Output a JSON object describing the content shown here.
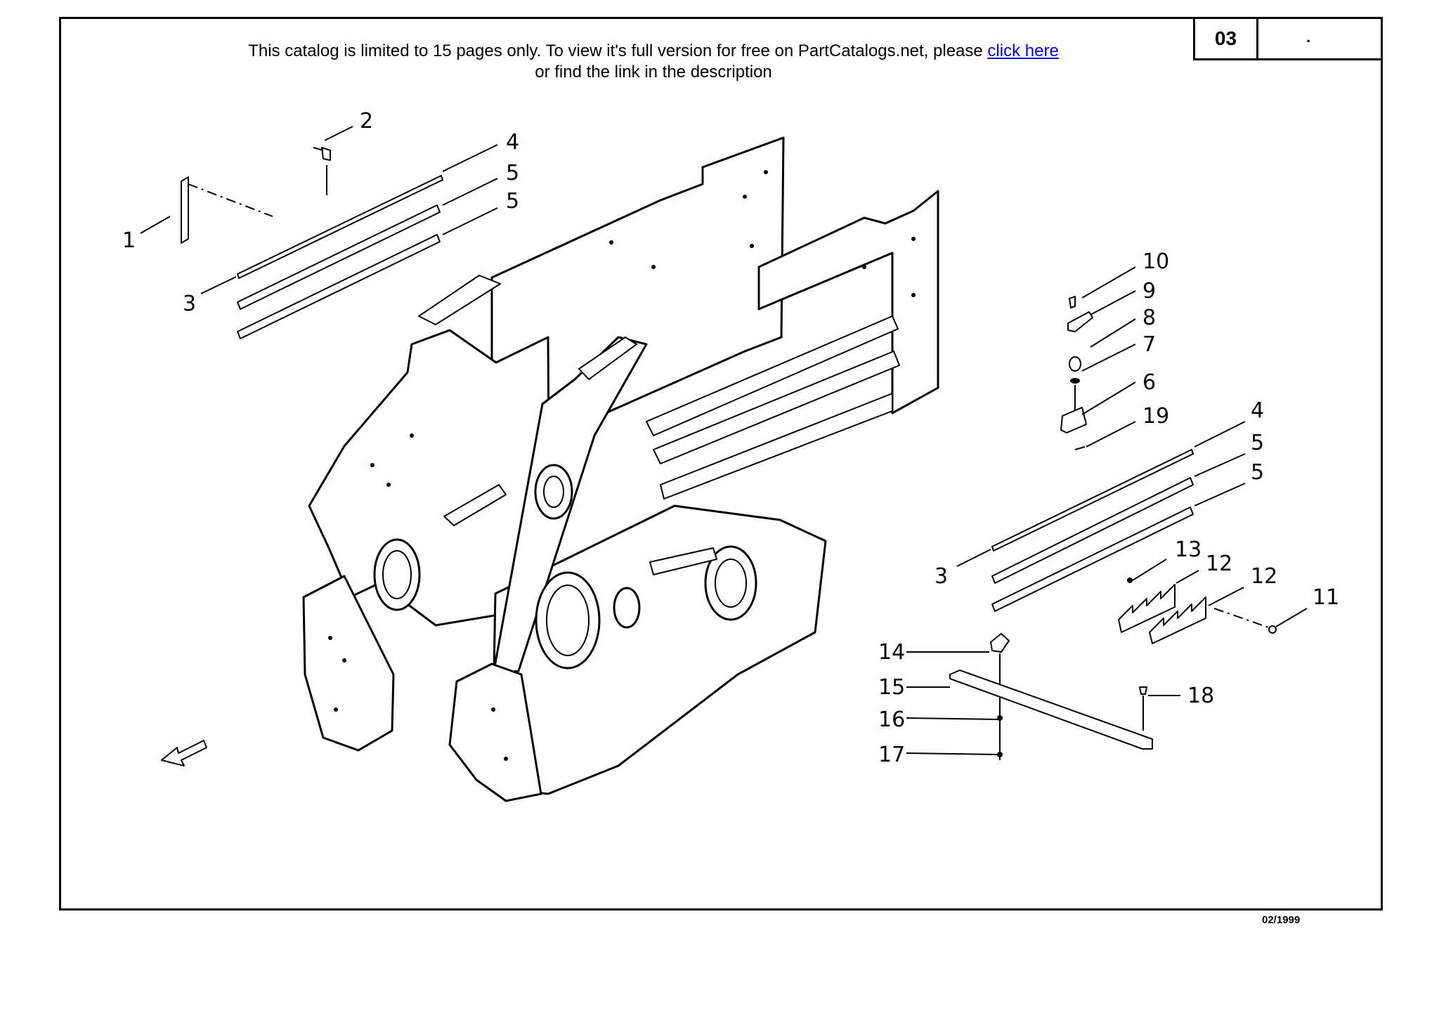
{
  "banner": {
    "line1_prefix": "This catalog is limited to 15 pages only. To view it's full version for free on PartCatalogs.net, please ",
    "link_text": "click here",
    "line2": "or find the link in the description"
  },
  "page_box": {
    "number": "03",
    "dot": "."
  },
  "footer": {
    "date": "02/1999"
  },
  "callouts": {
    "c1": "1",
    "c2": "2",
    "c3a": "3",
    "c4a": "4",
    "c5a": "5",
    "c5b": "5",
    "c10": "10",
    "c9": "9",
    "c8": "8",
    "c7": "7",
    "c6": "6",
    "c19": "19",
    "c4b": "4",
    "c5c": "5",
    "c5d": "5",
    "c3b": "3",
    "c13": "13",
    "c12a": "12",
    "c12b": "12",
    "c11": "11",
    "c14": "14",
    "c15": "15",
    "c16": "16",
    "c17": "17",
    "c18": "18"
  }
}
